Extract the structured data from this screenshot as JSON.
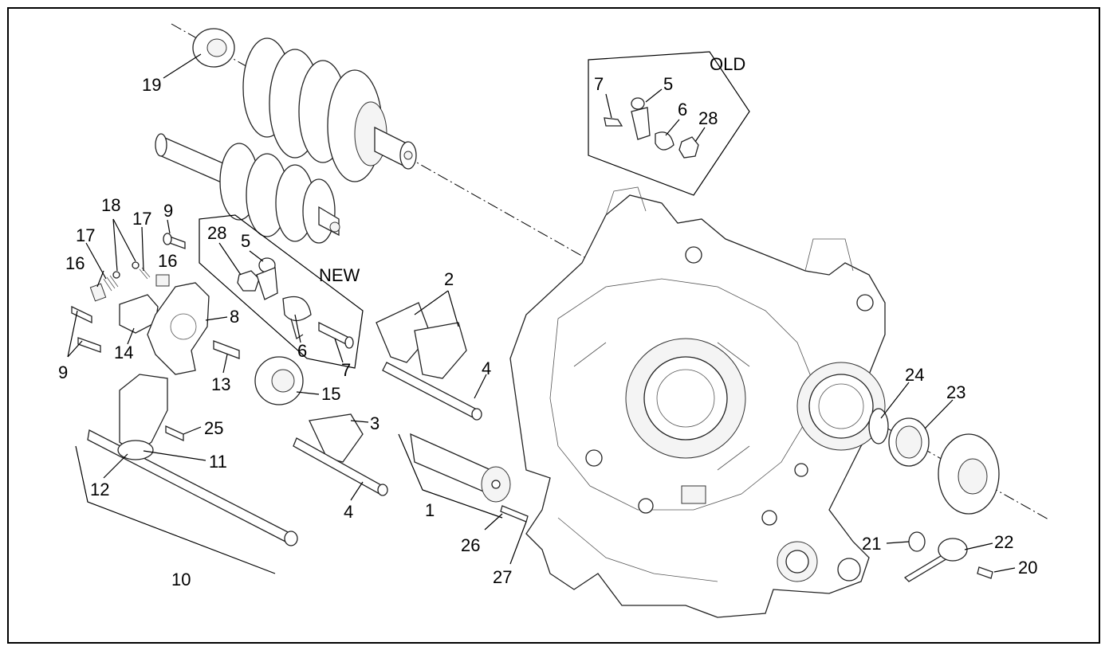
{
  "diagram": {
    "group_labels": {
      "old": "OLD",
      "new": "NEW"
    },
    "callouts": [
      {
        "id": "c19",
        "text": "19"
      },
      {
        "id": "c7o",
        "text": "7"
      },
      {
        "id": "c5o",
        "text": "5"
      },
      {
        "id": "c6o",
        "text": "6"
      },
      {
        "id": "c28o",
        "text": "28"
      },
      {
        "id": "c18",
        "text": "18"
      },
      {
        "id": "c17a",
        "text": "17"
      },
      {
        "id": "c17b",
        "text": "17"
      },
      {
        "id": "c9a",
        "text": "9"
      },
      {
        "id": "c16a",
        "text": "16"
      },
      {
        "id": "c16b",
        "text": "16"
      },
      {
        "id": "c28n",
        "text": "28"
      },
      {
        "id": "c5n",
        "text": "5"
      },
      {
        "id": "c8",
        "text": "8"
      },
      {
        "id": "c14",
        "text": "14"
      },
      {
        "id": "c9b",
        "text": "9"
      },
      {
        "id": "c13",
        "text": "13"
      },
      {
        "id": "c6n",
        "text": "6"
      },
      {
        "id": "c7n",
        "text": "7"
      },
      {
        "id": "c15",
        "text": "15"
      },
      {
        "id": "c2",
        "text": "2"
      },
      {
        "id": "c4a",
        "text": "4"
      },
      {
        "id": "c3",
        "text": "3"
      },
      {
        "id": "c25",
        "text": "25"
      },
      {
        "id": "c11",
        "text": "11"
      },
      {
        "id": "c12",
        "text": "12"
      },
      {
        "id": "c4b",
        "text": "4"
      },
      {
        "id": "c1",
        "text": "1"
      },
      {
        "id": "c10",
        "text": "10"
      },
      {
        "id": "c26",
        "text": "26"
      },
      {
        "id": "c27",
        "text": "27"
      },
      {
        "id": "c24",
        "text": "24"
      },
      {
        "id": "c23",
        "text": "23"
      },
      {
        "id": "c21",
        "text": "21"
      },
      {
        "id": "c22",
        "text": "22"
      },
      {
        "id": "c20",
        "text": "20"
      }
    ]
  }
}
